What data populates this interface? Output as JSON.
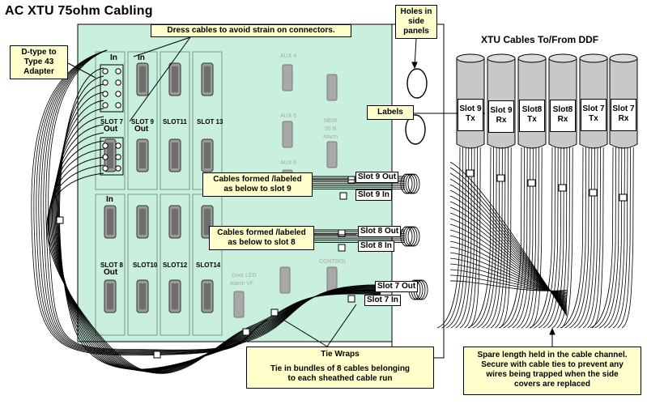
{
  "title": "AC XTU 75ohm Cabling",
  "callouts": {
    "dress_cables": "Dress cables to avoid strain on connectors.",
    "dtype_line1": "D-type to",
    "dtype_line2": "Type 43",
    "dtype_line3": "Adapter",
    "holes_line1": "Holes in",
    "holes_line2": "side",
    "holes_line3": "panels",
    "labels": "Labels",
    "formed9_line1": "Cables formed /labeled",
    "formed9_line2": "as below to slot 9",
    "formed8_line1": "Cables formed /labeled",
    "formed8_line2": "as below to slot 8",
    "tie_title": "Tie Wraps",
    "tie_line1": "Tie in bundles of 8 cables belonging",
    "tie_line2": "to each sheathed cable run",
    "spare_line1": "Spare length held in the cable channel.",
    "spare_line2": "Secure with cable ties to prevent any",
    "spare_line3": "wires being trapped when the side",
    "spare_line4": "covers are replaced"
  },
  "panel": {
    "in_label": "In",
    "out_label": "Out",
    "slots_top": [
      "SLOT 7",
      "SLOT 9",
      "SLOT11",
      "SLOT 13"
    ],
    "slots_bottom": [
      "SLOT 8",
      "SLOT10",
      "SLOT12",
      "SLOT14"
    ],
    "faint_aux4": "AUX 4",
    "faint_aux5": "AUX 5",
    "faint_aux6": "AUX 6",
    "faint_new": "NEW",
    "faint_55b": "55 B",
    "faint_alarm": "Alarm",
    "faint_control": "CONTROL",
    "faint_door_led": "Door LED",
    "faint_alarm_vf": "Alarm  VF"
  },
  "bundle_tags": {
    "slot9_out": "Slot 9 Out",
    "slot9_in": "Slot 9 In",
    "slot8_out": "Slot 8 Out",
    "slot8_in": "Slot 8 In",
    "slot7_out": "Slot 7 Out",
    "slot7_in": "Slot 7 In"
  },
  "ddf": {
    "title": "XTU Cables To/From DDF",
    "cables": [
      {
        "slot": "Slot 9",
        "dir": "Tx"
      },
      {
        "slot": "Slot 9",
        "dir": "Rx"
      },
      {
        "slot": "Slot8",
        "dir": "Tx"
      },
      {
        "slot": "Slot8",
        "dir": "Rx"
      },
      {
        "slot": "Slot 7",
        "dir": "Tx"
      },
      {
        "slot": "Slot 7",
        "dir": "Rx"
      }
    ]
  },
  "colors": {
    "panel_green": "#c8f0dc",
    "callout_yellow": "#ffffcc",
    "sheath_grey": "#c8c8c8"
  }
}
